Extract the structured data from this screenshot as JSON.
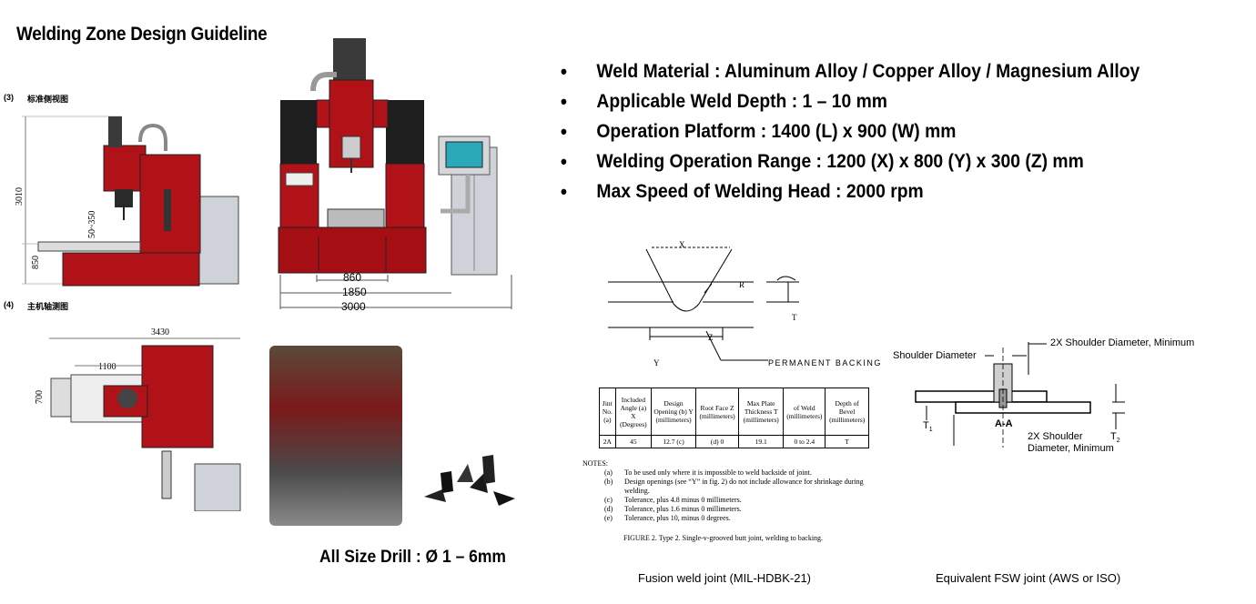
{
  "title": "Welding Zone Design Guideline",
  "specs": [
    "Weld Material : Aluminum Alloy / Copper Alloy / Magnesium Alloy",
    "Applicable Weld Depth : 1 – 10 mm",
    "Operation Platform : 1400 (L) x 900 (W) mm",
    "Welding Operation Range : 1200 (X) x 800 (Y) x 300 (Z) mm",
    "Max Speed of Welding Head : 2000 rpm"
  ],
  "drill_label": "All Size Drill : Ø 1 – 6mm",
  "side_view": {
    "index": "(3)",
    "label": "标准侧视图",
    "dim_height": "3010",
    "dim_base": "850",
    "dim_stroke": "50~350"
  },
  "axo_view": {
    "index": "(4)",
    "label": "主机轴测图"
  },
  "front_dims": {
    "d1": "860",
    "d2": "1850",
    "d3": "3000"
  },
  "top_dims": {
    "width": "3430",
    "depth": "700",
    "inner": "1100"
  },
  "fusion": {
    "caption": "Fusion weld joint (MIL-HDBK-21)",
    "labels": {
      "x": "X",
      "r": "R",
      "t": "T",
      "z": "Z",
      "y": "Y",
      "backing": "PERMANENT BACKING"
    },
    "table": {
      "headers": [
        "Jint No. (a)",
        "Included Angle (a) X (Degrees)",
        "Design Opening (b) Y (millimeters)",
        "Root Face Z (millimeters)",
        "Max Plate Thickness T (millimeters)",
        "of Weld (millimeters)",
        "Depth of Bevel (millimeters)"
      ],
      "row": [
        "2A",
        "45",
        "12.7 (c)",
        "(d) 0",
        "19.1",
        "0 to 2.4",
        "T"
      ]
    },
    "notes_title": "NOTES:",
    "notes": [
      {
        "k": "(a)",
        "t": "To be used only where it is impossible to weld backside of joint."
      },
      {
        "k": "(b)",
        "t": "Design openings (see “Y” in fig. 2) do not include allowance for shrinkage during welding."
      },
      {
        "k": "(c)",
        "t": "Tolerance, plus 4.8 minus 0 millimeters."
      },
      {
        "k": "(d)",
        "t": "Tolerance, plus 1.6 minus 0 millimeters."
      },
      {
        "k": "(e)",
        "t": "Tolerance, plus 10, minus 0 degrees."
      }
    ],
    "figure": "FIGURE 2.  Type 2.  Single-v-grooved butt joint, welding to backing."
  },
  "fsw": {
    "caption": "Equivalent FSW joint (AWS or ISO)",
    "shoulder": "Shoulder Diameter",
    "shoulder2x": "2X Shoulder Diameter, Minimum",
    "bottom1": "2X Shoulder",
    "bottom2": "Diameter, Minimum",
    "section": "A-A",
    "t1": "T",
    "t1sub": "1",
    "t2": "T",
    "t2sub": "2"
  },
  "colors": {
    "machine_red": "#b01217",
    "machine_dark": "#2a2a2a",
    "cabinet": "#cfd2d8",
    "panel_screen": "#2aa9b8"
  }
}
